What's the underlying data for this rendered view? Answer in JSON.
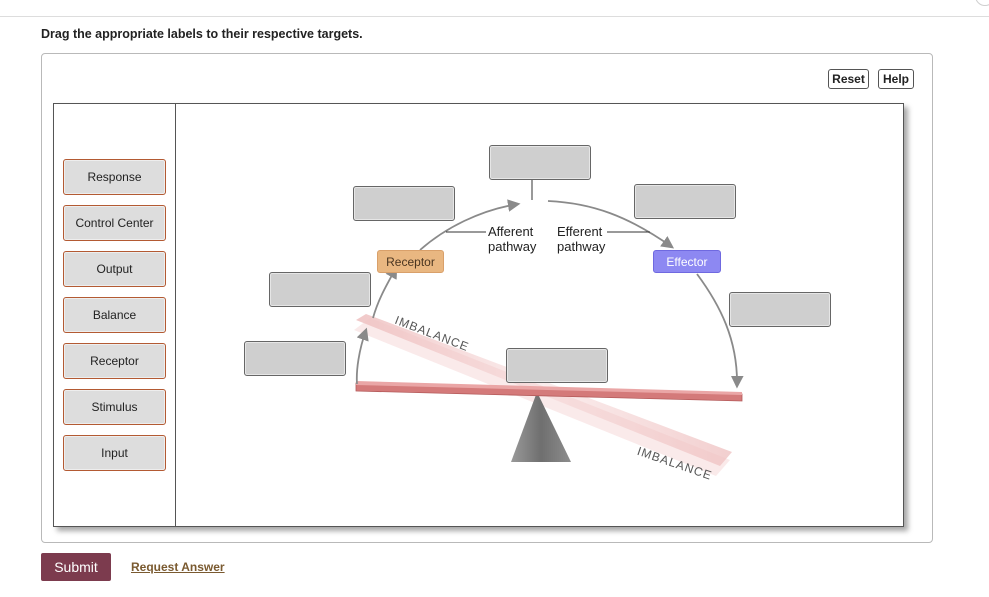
{
  "instruction": "Drag the appropriate labels to their respective targets.",
  "toolbar": {
    "reset_label": "Reset",
    "help_label": "Help"
  },
  "label_bank": [
    "Response",
    "Control Center",
    "Output",
    "Balance",
    "Receptor",
    "Stimulus",
    "Input"
  ],
  "diagram": {
    "receptor_label": "Receptor",
    "effector_label": "Effector",
    "afferent_line1": "Afferent",
    "afferent_line2": "pathway",
    "efferent_line1": "Efferent",
    "efferent_line2": "pathway",
    "imbalance_upper": "IMBALANCE",
    "imbalance_lower": "IMBALANCE",
    "drop_target_count": 7
  },
  "footer": {
    "submit_label": "Submit",
    "request_answer_label": "Request Answer"
  },
  "colors": {
    "submit": "#7c3b4e",
    "receptor": "#e9b781",
    "effector": "#8d88f2",
    "label_border": "#b35a33",
    "beam": "#d77b7b"
  },
  "icons": {
    "fulcrum": "triangle-fulcrum",
    "arrows": "curved-arrow"
  }
}
